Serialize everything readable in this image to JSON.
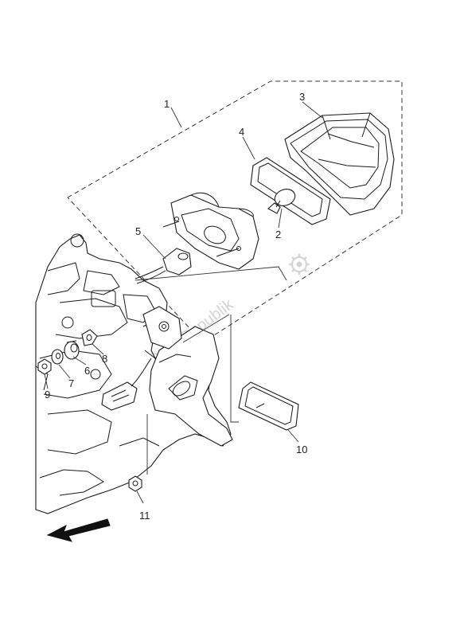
{
  "callouts": [
    "1",
    "2",
    "3",
    "4",
    "5",
    "6",
    "7",
    "8",
    "9",
    "10",
    "11"
  ],
  "watermark": "PartsRepublik",
  "icons": {
    "direction": "arrow-front-left-icon",
    "seal": "gear-icon"
  }
}
